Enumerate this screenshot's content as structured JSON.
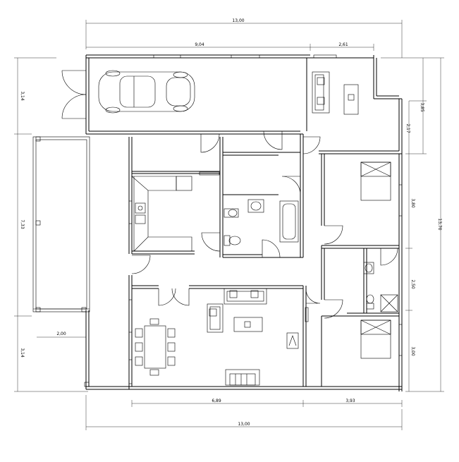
{
  "dimensions": {
    "top_total": "13,00",
    "top_left": "9,04",
    "top_right": "2,61",
    "right_total": "13,70",
    "right_a": "3,85",
    "right_b": "2,17",
    "right_c": "3,80",
    "right_d": "2,50",
    "right_e": "3,00",
    "left_top": "3,14",
    "left_mid": "7,33",
    "left_bot": "3,14",
    "porch_width": "2,00",
    "bottom_left": "6,89",
    "bottom_right": "3,93",
    "bottom_total": "13,00"
  },
  "colors": {
    "line": "#000000",
    "background": "#ffffff"
  }
}
